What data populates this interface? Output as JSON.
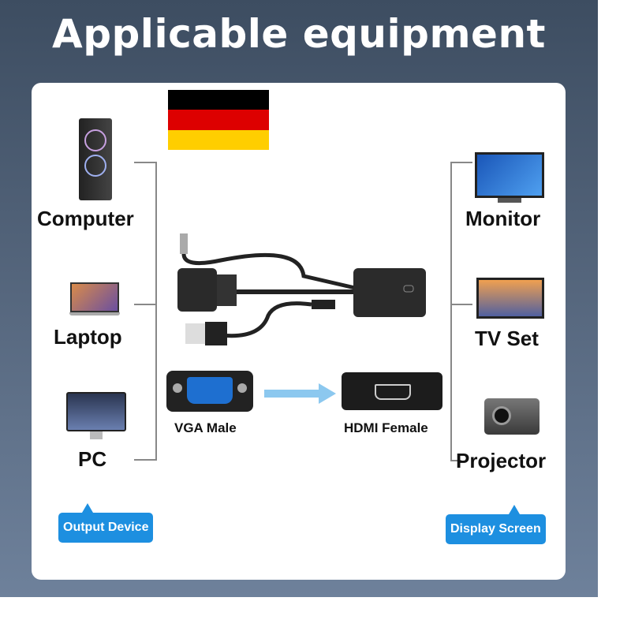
{
  "title": "Applicable equipment",
  "colors": {
    "background": "#4a5b71",
    "card": "#ffffff",
    "badge": "#1d8fe0",
    "arrow": "#8cc8ef",
    "flag": [
      "#000000",
      "#dd0000",
      "#ffce00"
    ]
  },
  "flag_icon": "germany-flag-icon",
  "left": {
    "items": [
      {
        "label": "Computer",
        "icon": "desktop-tower-icon"
      },
      {
        "label": "Laptop",
        "icon": "laptop-icon"
      },
      {
        "label": "PC",
        "icon": "imac-icon"
      }
    ],
    "badge": "Output Device"
  },
  "right": {
    "items": [
      {
        "label": "Monitor",
        "icon": "monitor-icon"
      },
      {
        "label": "TV Set",
        "icon": "tv-icon"
      },
      {
        "label": "Projector",
        "icon": "projector-icon"
      }
    ],
    "badge": "Display Screen"
  },
  "center": {
    "vga_label": "VGA Male",
    "hdmi_label": "HDMI Female"
  }
}
